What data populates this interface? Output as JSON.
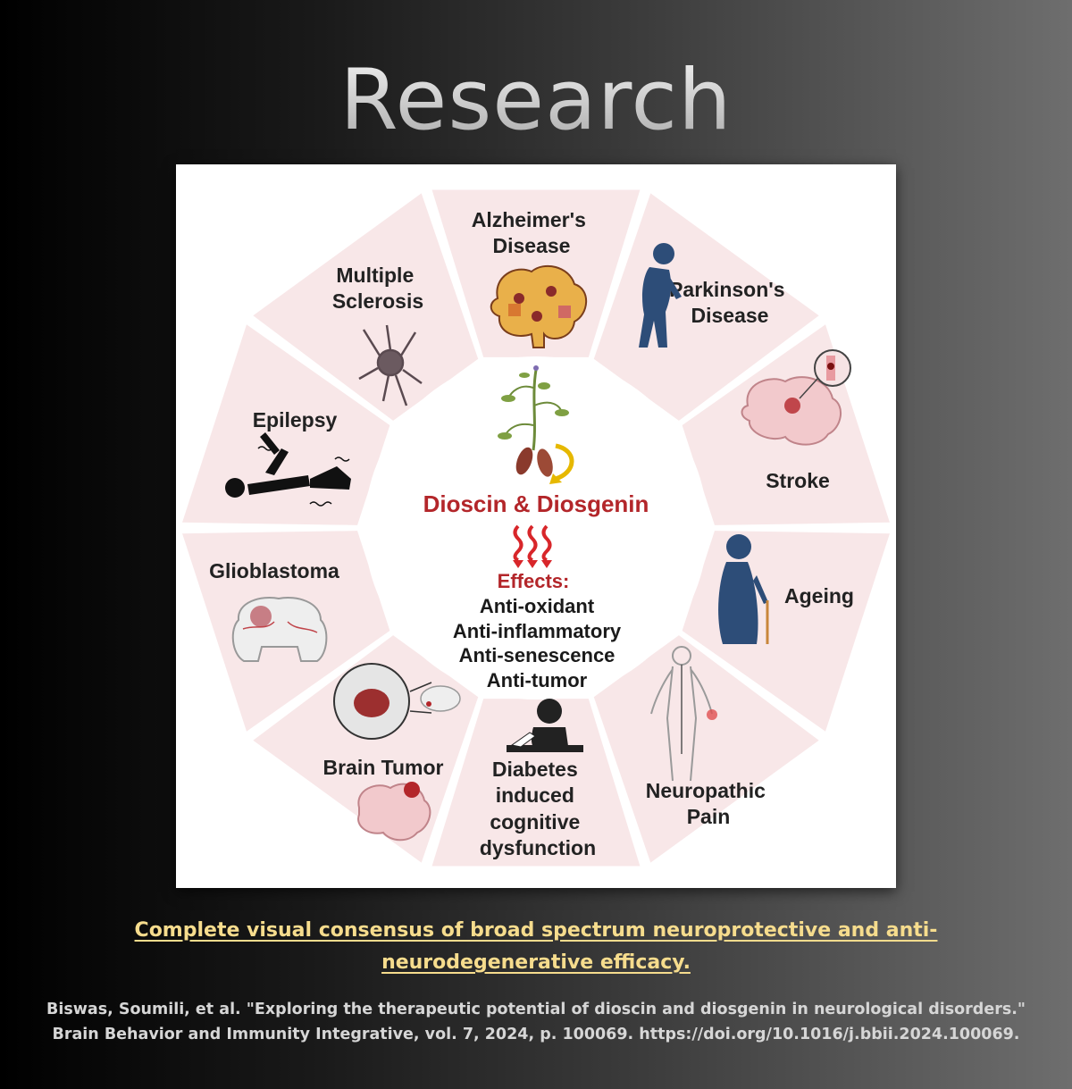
{
  "header": {
    "title": "Research"
  },
  "diagram": {
    "center": {
      "title": "Dioscin & Diosgenin",
      "effects_label": "Effects:",
      "effects": [
        "Anti-oxidant",
        "Anti-inflammatory",
        "Anti-senescence",
        "Anti-tumor"
      ]
    },
    "segments": [
      {
        "lines": [
          "Alzheimer's",
          "Disease"
        ],
        "icon": "brain-puzzle-icon"
      },
      {
        "lines": [
          "Parkinson's",
          "Disease"
        ],
        "icon": "stooped-person-icon"
      },
      {
        "lines": [
          "Stroke"
        ],
        "icon": "brain-clot-icon"
      },
      {
        "lines": [
          "Ageing"
        ],
        "icon": "elderly-person-icon"
      },
      {
        "lines": [
          "Neuropathic",
          "Pain"
        ],
        "icon": "body-nerves-icon"
      },
      {
        "lines": [
          "Diabetes",
          "induced",
          "cognitive",
          "dysfunction"
        ],
        "icon": "person-at-desk-icon"
      },
      {
        "lines": [
          "Brain Tumor"
        ],
        "icon": "brain-tumor-icon"
      },
      {
        "lines": [
          "Glioblastoma"
        ],
        "icon": "brain-section-icon"
      },
      {
        "lines": [
          "Epilepsy"
        ],
        "icon": "seizure-person-icon"
      },
      {
        "lines": [
          "Multiple",
          "Sclerosis"
        ],
        "icon": "neuron-icon"
      }
    ],
    "colors": {
      "segment": "#f8e7e8",
      "accent_red": "#b3262a",
      "arrow_yellow": "#e6b800"
    }
  },
  "caption": "Complete visual consensus of broad spectrum neuroprotective and anti-neurodegenerative efficacy.",
  "citation": {
    "line1": "Biswas, Soumili, et al. \"Exploring the therapeutic potential of dioscin and diosgenin in neurological disorders.\"",
    "line2": "Brain Behavior and Immunity Integrative, vol. 7, 2024, p. 100069. https://doi.org/10.1016/j.bbii.2024.100069."
  }
}
